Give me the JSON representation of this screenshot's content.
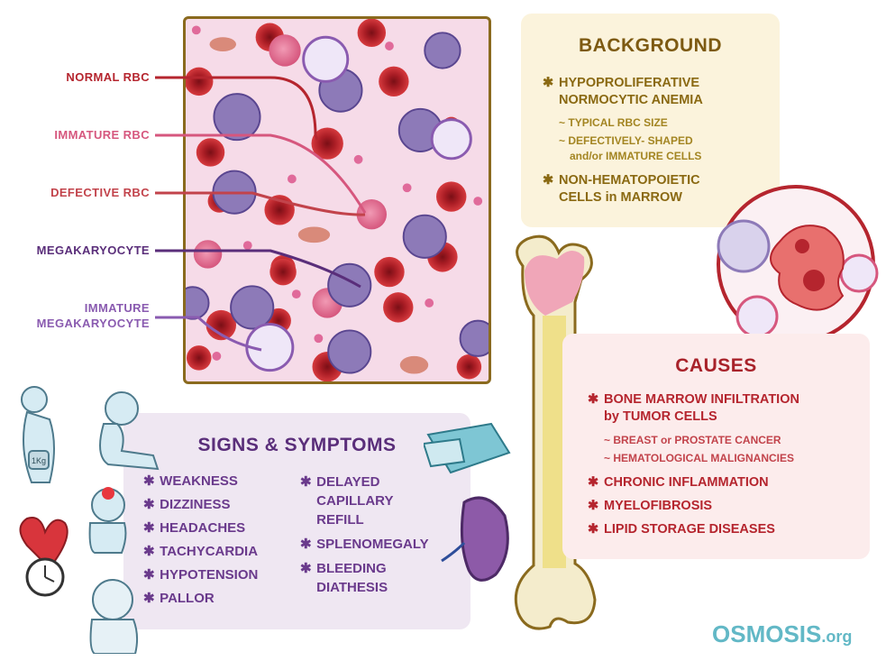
{
  "labels": {
    "normal_rbc": "NORMAL RBC",
    "immature_rbc": "IMMATURE RBC",
    "defective_rbc": "DEFECTIVE RBC",
    "megakaryocyte": "MEGAKARYOCYTE",
    "immature_megakaryocyte_1": "IMMATURE",
    "immature_megakaryocyte_2": "MEGAKARYOCYTE"
  },
  "colors": {
    "normal": "#b5252e",
    "immature": "#d6577e",
    "defective": "#c2434b",
    "mega": "#5a2e7a",
    "immega": "#8a5bb0"
  },
  "background": {
    "title": "BACKGROUND",
    "item1_line1": "HYPOPROLIFERATIVE",
    "item1_line2": "NORMOCYTIC ANEMIA",
    "sub1": "TYPICAL RBC SIZE",
    "sub2_line1": "DEFECTIVELY- SHAPED",
    "sub2_line2": "and/or IMMATURE CELLS",
    "item2_line1": "NON-HEMATOPOIETIC",
    "item2_line2": "CELLS in MARROW"
  },
  "causes": {
    "title": "CAUSES",
    "item1_line1": "BONE MARROW INFILTRATION",
    "item1_line2": "by TUMOR CELLS",
    "sub1": "BREAST or PROSTATE CANCER",
    "sub2": "HEMATOLOGICAL MALIGNANCIES",
    "item2": "CHRONIC INFLAMMATION",
    "item3": "MYELOFIBROSIS",
    "item4": "LIPID STORAGE DISEASES"
  },
  "signs": {
    "title": "SIGNS & SYMPTOMS",
    "left": [
      "WEAKNESS",
      "DIZZINESS",
      "HEADACHES",
      "TACHYCARDIA",
      "HYPOTENSION",
      "PALLOR"
    ],
    "right_1": [
      "DELAYED",
      "CAPILLARY",
      "REFILL"
    ],
    "right_2": "SPLENOMEGALY",
    "right_3": [
      "BLEEDING",
      "DIATHESIS"
    ]
  },
  "weight_label": "1Kg",
  "logo": {
    "main": "OSMOSIS",
    "suffix": ".org"
  }
}
